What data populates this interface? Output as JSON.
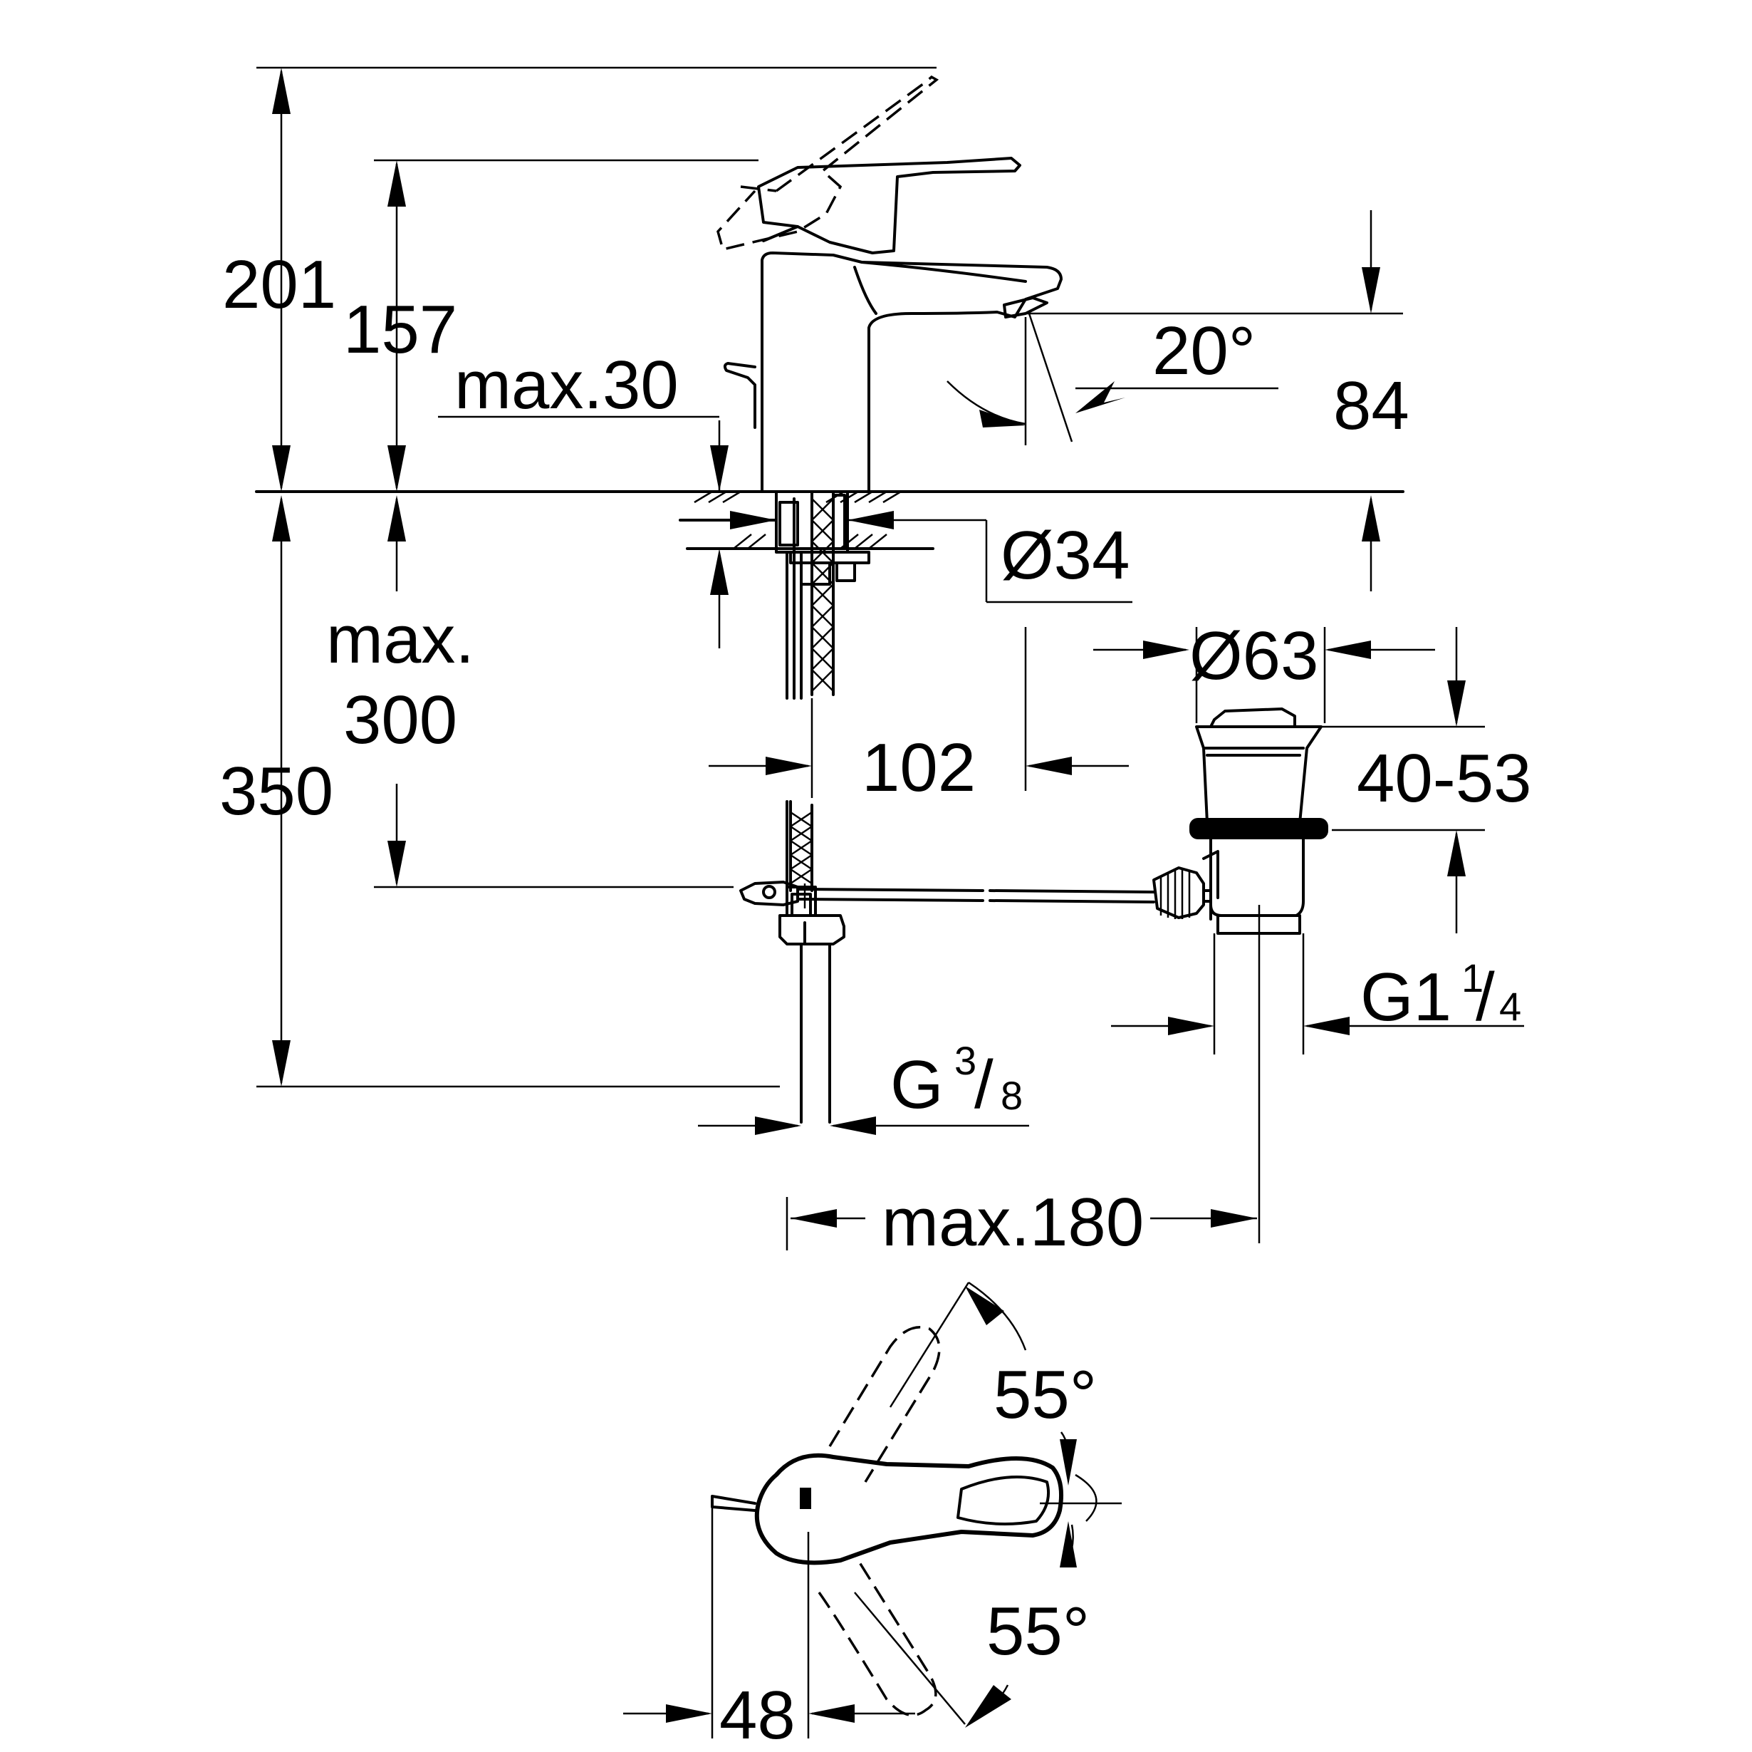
{
  "dimensions": {
    "total_height": "201",
    "lever_height": "157",
    "deck_thickness": "max.30",
    "spout_angle": "20°",
    "spout_height": "84",
    "hole_diameter": "Ø34",
    "below_line": "max.",
    "below_value": "300",
    "total_below": "350",
    "spout_reach": "102",
    "waste_diameter": "Ø63",
    "waste_range": "40-53",
    "waste_thread_main": "G1",
    "waste_thread_num": "1",
    "waste_thread_den": "4",
    "supply_thread_main": "G",
    "supply_thread_num": "3",
    "supply_thread_den": "8",
    "max_width": "max.180",
    "swivel_angle_top": "55°",
    "swivel_angle_bottom": "55°",
    "lever_offset": "48"
  }
}
